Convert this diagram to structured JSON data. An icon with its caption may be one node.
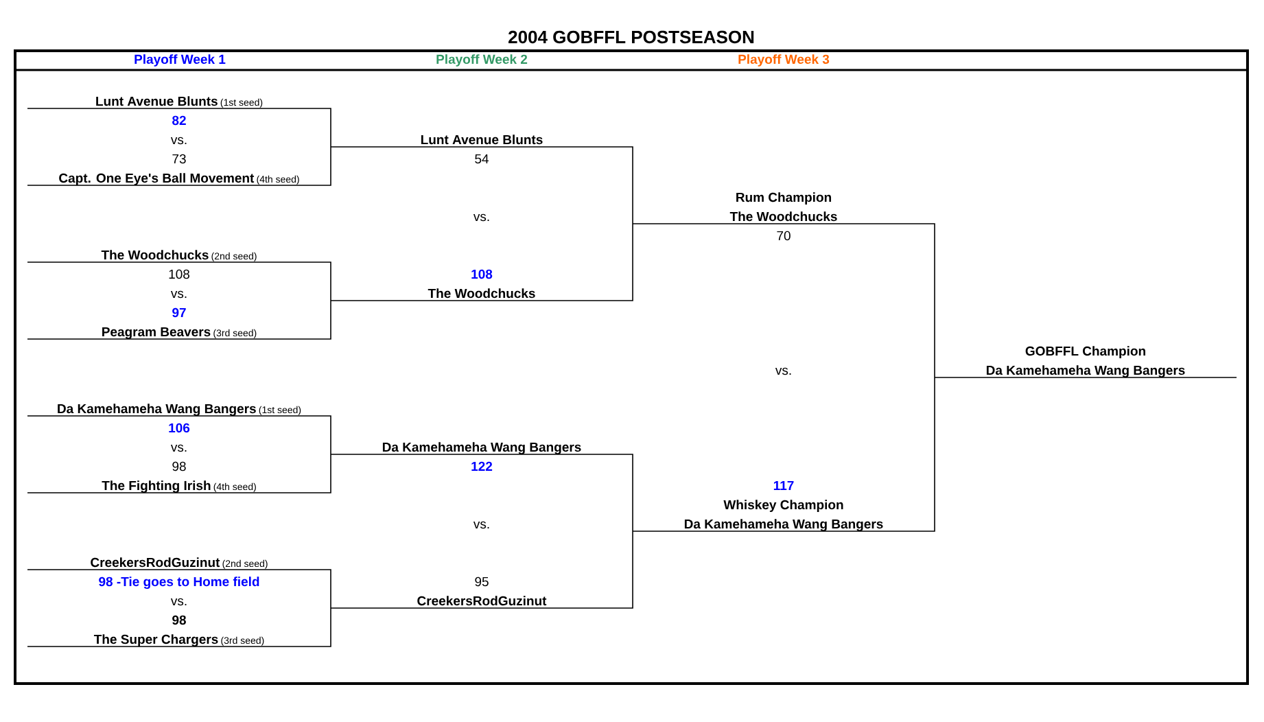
{
  "diagram": {
    "title": "2004 GOBFFL POSTSEASON",
    "nodes": [
      {
        "text": [
          "Lunt Avenue Blunts",
          "(1st seed)",
          "82",
          "vs.",
          "73",
          "Capt. One Eye's Ball Movement",
          "(4th seed)"
        ]
      },
      {
        "text": [
          "The Woodchucks",
          "(2nd seed)",
          "108",
          "vs.",
          "97",
          "Peagram Beavers",
          "(3rd seed)"
        ]
      },
      {
        "text": [
          "Da Kamehameha Wang Bangers",
          "(1st seed)",
          "106",
          "vs.",
          "98",
          "The Fighting Irish",
          "(4th seed)"
        ]
      },
      {
        "text": [
          "CreekersRodGuzinut",
          "(2nd seed)",
          "98 -Tie goes to Home field",
          "vs.",
          "98",
          "The Super Chargers",
          "(3rd seed)"
        ]
      },
      {
        "text": [
          "Lunt Avenue Blunts",
          "54",
          "vs.",
          "108",
          "The Woodchucks"
        ]
      },
      {
        "text": [
          "Da Kamehameha Wang Bangers",
          "122",
          "vs.",
          "95",
          "CreekersRodGuzinut"
        ]
      },
      {
        "text": [
          "Rum Champion",
          "The Woodchucks",
          "70",
          "vs.",
          "117",
          "Whiskey Champion",
          "Da Kamehameha Wang Bangers"
        ]
      },
      {
        "text": [
          "GOBFFL Champion",
          "Da Kamehameha Wang Bangers"
        ]
      }
    ],
    "labels": [
      "Playoff Week 1",
      "Playoff Week 2",
      "Playoff Week 3"
    ]
  }
}
